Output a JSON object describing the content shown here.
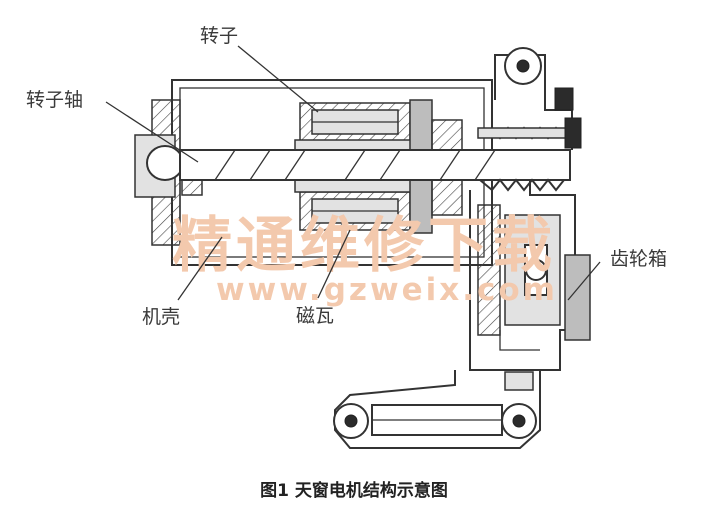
{
  "diagram": {
    "labels": {
      "rotor": "转子",
      "rotor_shaft": "转子轴",
      "housing": "机壳",
      "magnet": "磁瓦",
      "gearbox": "齿轮箱"
    },
    "caption": "图1 天窗电机结构示意图",
    "watermark": {
      "line1": "精通维修下载",
      "line2": "www.gzweix.com"
    }
  }
}
